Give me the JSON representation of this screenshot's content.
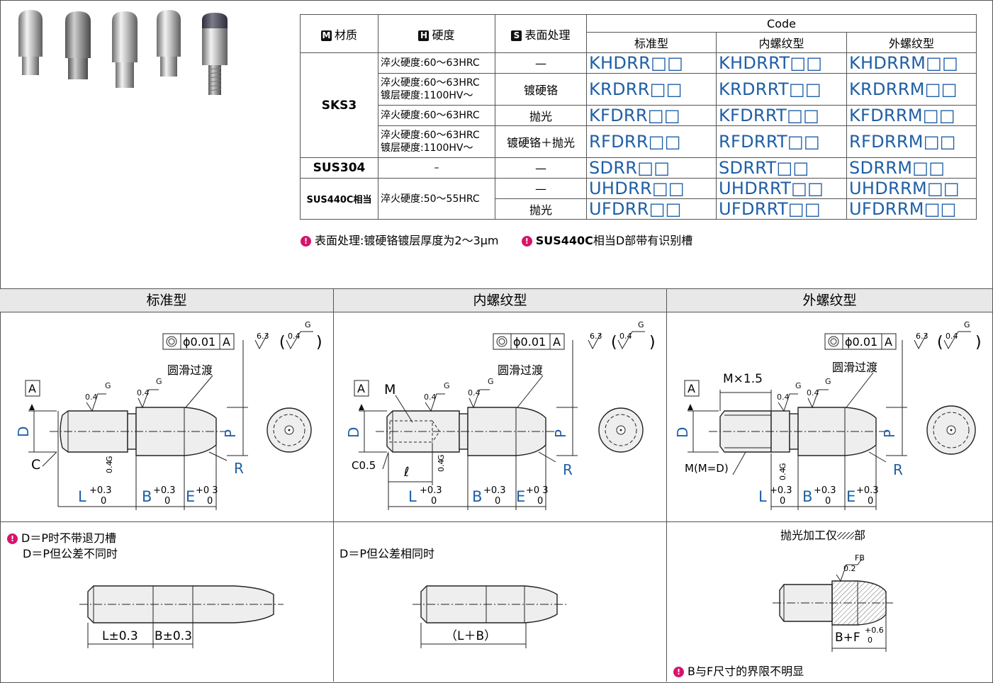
{
  "table": {
    "header": {
      "material": "材质",
      "hardness": "硬度",
      "surface": "表面处理",
      "code": "Code",
      "badges": [
        "M",
        "H",
        "S"
      ],
      "types": [
        "标准型",
        "内螺纹型",
        "外螺纹型"
      ]
    },
    "rows": [
      {
        "hardness": "淬火硬度:60～63HRC",
        "surface": "—",
        "codes": [
          "KHDRR□□",
          "KHDRRT□□",
          "KHDRRM□□"
        ]
      },
      {
        "hardness": "淬火硬度:60～63HRC\n镀层硬度:1100HV～",
        "surface": "镀硬铬",
        "codes": [
          "KRDRR□□",
          "KRDRRT□□",
          "KRDRRM□□"
        ]
      },
      {
        "hardness": "淬火硬度:60～63HRC",
        "surface": "抛光",
        "codes": [
          "KFDRR□□",
          "KFDRRT□□",
          "KFDRRM□□"
        ]
      },
      {
        "hardness": "淬火硬度:60～63HRC\n镀层硬度:1100HV～",
        "surface": "镀硬铬＋抛光",
        "codes": [
          "RFDRR□□",
          "RFDRRT□□",
          "RFDRRM□□"
        ]
      },
      {
        "hardness": "–",
        "surface": "—",
        "codes": [
          "SDRR□□",
          "SDRRT□□",
          "SDRRM□□"
        ]
      },
      {
        "hardness": "淬火硬度:50～55HRC",
        "surface": "—",
        "codes": [
          "UHDRR□□",
          "UHDRRT□□",
          "UHDRRM□□"
        ]
      },
      {
        "hardness": "",
        "surface": "抛光",
        "codes": [
          "UFDRR□□",
          "UFDRRT□□",
          "UFDRRM□□"
        ]
      }
    ],
    "materials": [
      "SKS3",
      "SUS304",
      "SUS440C相当"
    ]
  },
  "notes": {
    "note1": "表面处理:镀硬铬镀层厚度为2～3μm",
    "note2_bold": "SUS440C",
    "note2_rest": "相当D部带有识别槽"
  },
  "sections": {
    "standard": "标准型",
    "internal": "内螺纹型",
    "external": "外螺纹型"
  },
  "drawing": {
    "smooth_transition": "圆滑过渡",
    "datum": "A",
    "coax": "ϕ0.01",
    "coax_ref": "A",
    "rough_main": "6.3",
    "rough_sub": "0.4",
    "rough_g": "G",
    "dim_D": "D",
    "dim_P": "P",
    "dim_R": "R",
    "dim_C": "C",
    "dim_C05": "C0.5",
    "dim_M": "M",
    "dim_l": "ℓ",
    "dim_L": "L",
    "dim_B": "B",
    "dim_E": "E",
    "tol_plus": "+0.3",
    "tol_zero": "0",
    "tol_E_plus": "+0 3",
    "thread_pitch": "M×1.5",
    "thread_eq": "M(M=D)"
  },
  "bottom": {
    "note_left1": "D＝P时不带退刀槽",
    "note_left2": "D＝P但公差不同时",
    "note_mid": "D＝P但公差相同时",
    "polish_title": "抛光加工仅",
    "polish_suffix": "部",
    "dim_L_tol": "L±0.3",
    "dim_B_tol": "B±0.3",
    "dim_LB": "（L＋B）",
    "dim_BF": "B+F",
    "dim_BF_tol_plus": "+0.6",
    "dim_BF_tol_zero": "0",
    "fb": "FB",
    "fb_val": "0.2",
    "note_right": "B与F尺寸的界限不明显"
  },
  "colors": {
    "accent_blue": "#1f5fa6",
    "warn_magenta": "#d7146c",
    "header_gray": "#e8e8e8"
  }
}
